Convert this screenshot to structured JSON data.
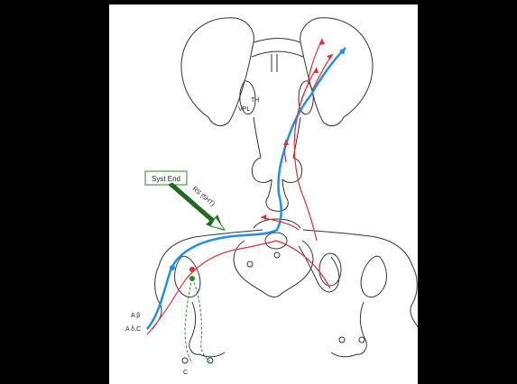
{
  "labels": {
    "th": "TH",
    "vpl": "VPL",
    "syst_end": "Syst End",
    "rs": "RS (5HT)",
    "a_beta": "A β",
    "a_delta_c": "A δ,C",
    "c": "C"
  },
  "colors": {
    "background": "#000000",
    "panel": "#ffffff",
    "outline": "#333333",
    "blue_pathway": "#1e90e6",
    "red_pathway": "#e0303a",
    "green_arrow": "#1f6b1f",
    "green_dashed": "#2a8a2a"
  }
}
